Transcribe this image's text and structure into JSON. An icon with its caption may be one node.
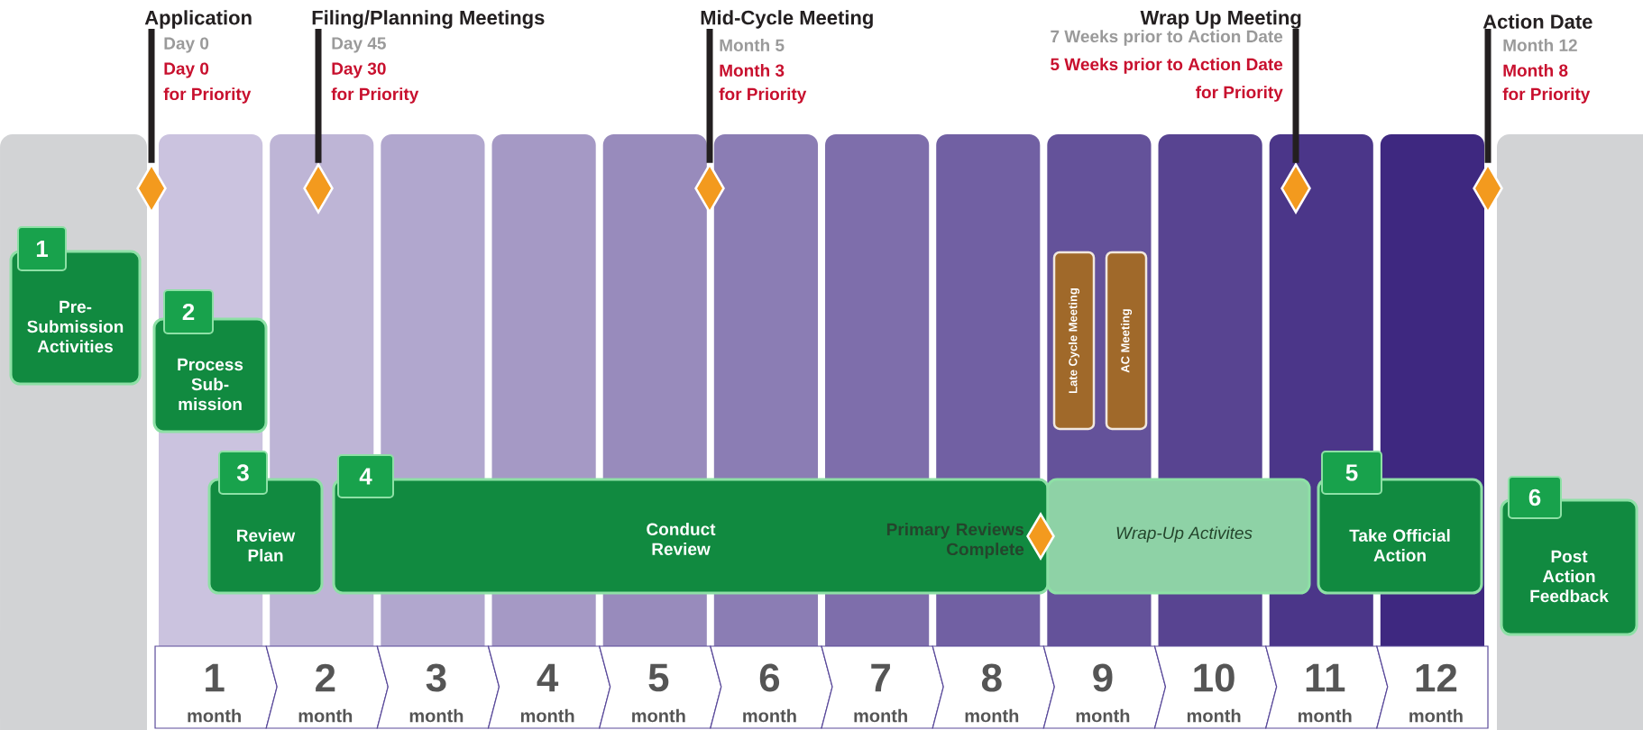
{
  "diagram": {
    "nodes": [
      {
        "text": [
          "Application"
        ],
        "beside": [
          "Day 0",
          "Day 0",
          "for Priority"
        ]
      },
      {
        "text": [],
        "shape": "diamond"
      },
      {
        "text": [
          "Filing/Planning Meetings"
        ],
        "beside": [
          "Day 45",
          "Day 30",
          "for Priority"
        ]
      },
      {
        "text": [],
        "shape": "diamond"
      },
      {
        "text": [
          "Mid-Cycle Meeting"
        ],
        "beside": [
          "Month 5",
          "Month 3",
          "for Priority"
        ]
      },
      {
        "text": [],
        "shape": "diamond"
      },
      {
        "text": [
          "Wrap Up Meeting"
        ],
        "beside": [
          "7 Weeks prior to Action Date",
          "5 Weeks prior to Action Date",
          "for Priority"
        ]
      },
      {
        "text": [],
        "shape": "diamond"
      },
      {
        "text": [
          "Action Date"
        ],
        "beside": [
          "Month 12",
          "Month 8",
          "for Priority"
        ]
      },
      {
        "text": [],
        "shape": "diamond"
      },
      {
        "text": [
          "1",
          "Pre-Submission Activities"
        ]
      },
      {
        "text": [
          "2",
          "Process Sub-mission"
        ]
      },
      {
        "text": [
          "Late Cycle Meeting"
        ]
      },
      {
        "text": [
          "AC Meeting"
        ]
      },
      {
        "text": [
          "3",
          "Review Plan"
        ]
      },
      {
        "text": [
          "4",
          "Conduct Review"
        ]
      },
      {
        "text": [],
        "shape": "diamond",
        "beside": [
          "Primary Reviews Complete"
        ]
      },
      {
        "text": [
          "Wrap-Up Activites"
        ]
      },
      {
        "text": [
          "5",
          "Take Official Action"
        ]
      },
      {
        "text": [
          "6",
          "Post Action Feedback"
        ]
      },
      {
        "text": [
          "1",
          "month"
        ]
      },
      {
        "text": [
          "2",
          "month"
        ]
      },
      {
        "text": [
          "3",
          "month"
        ]
      },
      {
        "text": [
          "4",
          "month"
        ]
      },
      {
        "text": [
          "5",
          "month"
        ]
      },
      {
        "text": [
          "6",
          "month"
        ]
      },
      {
        "text": [
          "7",
          "month"
        ]
      },
      {
        "text": [
          "8",
          "month"
        ]
      },
      {
        "text": [
          "9",
          "month"
        ]
      },
      {
        "text": [
          "10",
          "month"
        ]
      },
      {
        "text": [
          "11",
          "month"
        ]
      },
      {
        "text": [
          "12",
          "month"
        ]
      }
    ],
    "edges": [
      {
        "from": 0,
        "to": 1,
        "arrow": "none"
      },
      {
        "from": 2,
        "to": 3,
        "arrow": "none"
      },
      {
        "from": 4,
        "to": 5,
        "arrow": "none"
      },
      {
        "from": 6,
        "to": 7,
        "arrow": "none"
      },
      {
        "from": 8,
        "to": 9,
        "arrow": "none"
      }
    ]
  }
}
